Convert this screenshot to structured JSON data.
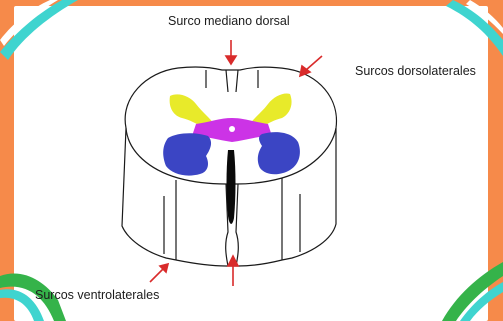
{
  "diagram": {
    "labels": {
      "dorsal_median": "Surco mediano dorsal",
      "dorsolateral": "Surcos dorsolaterales",
      "ventrolateral": "Surcos ventrolaterales"
    },
    "colors": {
      "background": "#f68a4a",
      "teal_accent": "#3fd4cf",
      "green_accent": "#35b34a",
      "dorsal_horn": "#e8ea2a",
      "commissure": "#cc33e6",
      "ventral_horn": "#3b45c4",
      "arrow": "#d92b2b",
      "outline": "#1a1a1a"
    }
  }
}
